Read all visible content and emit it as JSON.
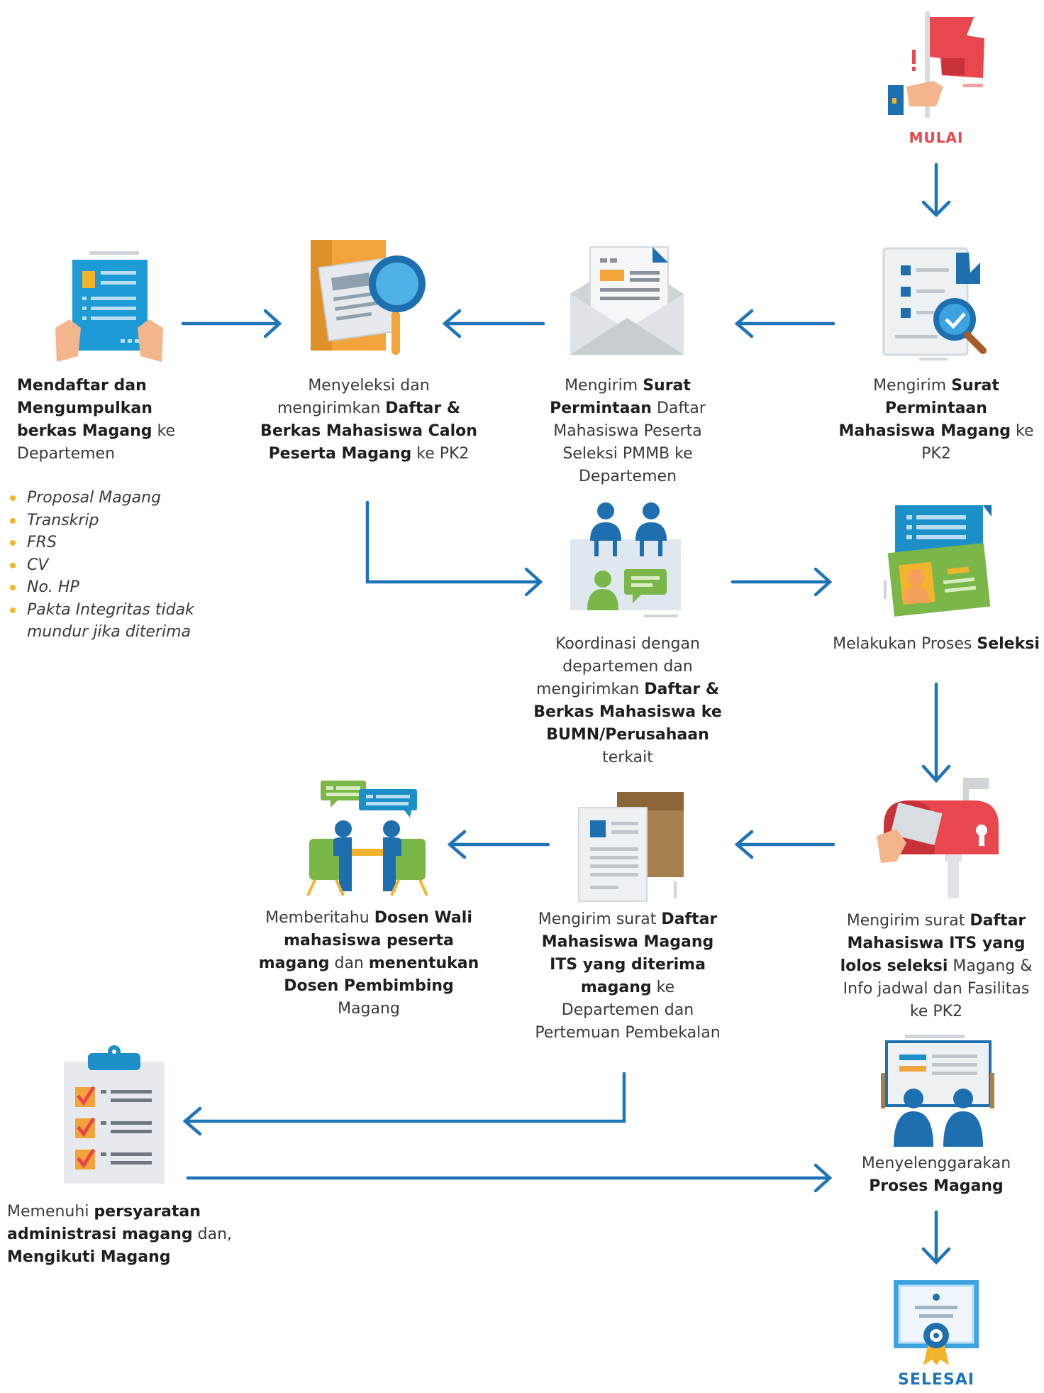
{
  "start": {
    "label": "MULAI"
  },
  "end": {
    "label": "SELESAI"
  },
  "steps": {
    "surat_pk2": {
      "parts": [
        {
          "t": "Mengirim ",
          "b": false
        },
        {
          "t": "Surat Permintaan Mahasiswa Magang",
          "b": true
        },
        {
          "t": " ke PK2",
          "b": false
        }
      ]
    },
    "surat_departemen": {
      "parts": [
        {
          "t": "Mengirim ",
          "b": false
        },
        {
          "t": "Surat Permintaan",
          "b": true
        },
        {
          "t": " Daftar Mahasiswa Peserta Seleksi PMMB ke Departemen",
          "b": false
        }
      ]
    },
    "menyeleksi": {
      "parts": [
        {
          "t": "Menyeleksi dan mengirimkan ",
          "b": false
        },
        {
          "t": "Daftar & Berkas Mahasiswa Calon Peserta Magang",
          "b": true
        },
        {
          "t": " ke PK2",
          "b": false
        }
      ]
    },
    "mendaftar": {
      "parts": [
        {
          "t": "Mendaftar dan Mengumpulkan berkas Magang",
          "b": true
        },
        {
          "t": " ke Departemen",
          "b": false
        }
      ],
      "requirements": [
        "Proposal Magang",
        "Transkrip",
        "FRS",
        "CV",
        "No. HP",
        "Pakta Integritas tidak mundur jika diterima"
      ]
    },
    "koordinasi": {
      "parts": [
        {
          "t": "Koordinasi dengan departemen dan mengirimkan ",
          "b": false
        },
        {
          "t": "Daftar & Berkas Mahasiswa ke BUMN/Perusahaan",
          "b": true
        },
        {
          "t": " terkait",
          "b": false
        }
      ]
    },
    "seleksi": {
      "parts": [
        {
          "t": "Melakukan Proses ",
          "b": false
        },
        {
          "t": "Seleksi",
          "b": true
        }
      ]
    },
    "lolos": {
      "parts": [
        {
          "t": "Mengirim surat ",
          "b": false
        },
        {
          "t": "Daftar Mahasiswa ITS yang lolos seleksi",
          "b": true
        },
        {
          "t": " Magang & Info jadwal dan Fasilitas ke PK2",
          "b": false
        }
      ]
    },
    "diterima": {
      "parts": [
        {
          "t": "Mengirim surat ",
          "b": false
        },
        {
          "t": "Daftar Mahasiswa Magang ITS yang diterima magang",
          "b": true
        },
        {
          "t": " ke Departemen dan Pertemuan Pembekalan",
          "b": false
        }
      ]
    },
    "dosen": {
      "parts": [
        {
          "t": "Memberitahu ",
          "b": false
        },
        {
          "t": "Dosen Wali mahasiswa peserta magang",
          "b": true
        },
        {
          "t": " dan ",
          "b": false
        },
        {
          "t": "menentukan Dosen Pembimbing",
          "b": true
        },
        {
          "t": " Magang",
          "b": false
        }
      ]
    },
    "memenuhi": {
      "parts": [
        {
          "t": "Memenuhi ",
          "b": false
        },
        {
          "t": "persyaratan administrasi magang",
          "b": true
        },
        {
          "t": " dan, ",
          "b": false
        },
        {
          "t": "Mengikuti Magang",
          "b": true
        }
      ]
    },
    "proses_magang": {
      "parts": [
        {
          "t": "Menyelenggarakan ",
          "b": false
        },
        {
          "t": "Proses Magang",
          "b": true
        }
      ]
    }
  },
  "colors": {
    "arrow": "#1f73b7",
    "start": "#e8474d",
    "bullet": "#f2b42c",
    "end": "#1f73b7"
  }
}
